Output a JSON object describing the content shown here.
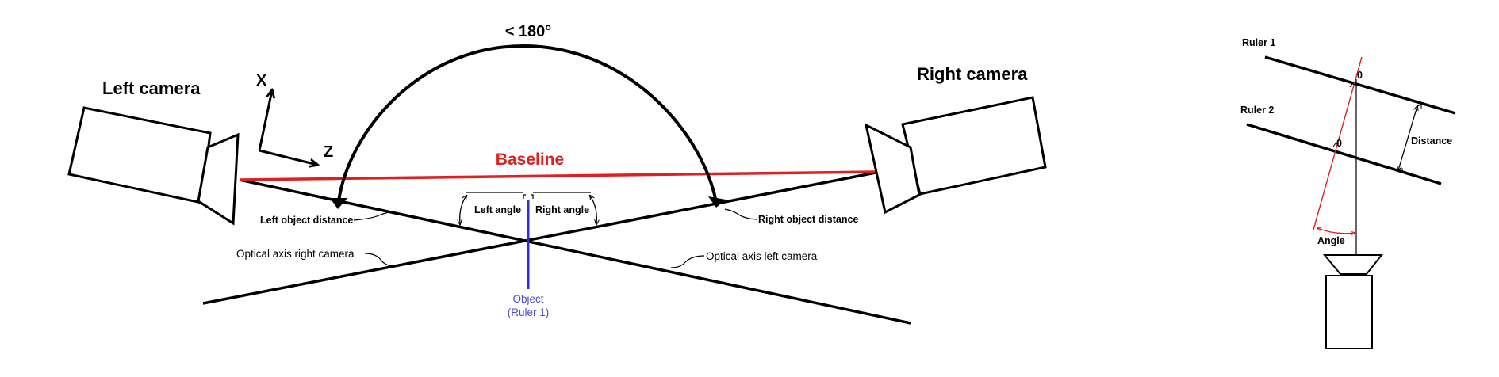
{
  "colors": {
    "ink": "#000000",
    "baseline": "#e02020",
    "object": "#2f2fd6",
    "object_label": "#4a4ad8",
    "angle_ray": "#e02020"
  },
  "left_diagram": {
    "angle_label": "< 180°",
    "left_camera_label": "Left camera",
    "right_camera_label": "Right camera",
    "axis_x_label": "X",
    "axis_z_label": "Z",
    "baseline_label": "Baseline",
    "left_angle_label": "Left angle",
    "right_angle_label": "Right angle",
    "left_object_distance_label": "Left object distance",
    "right_object_distance_label": "Right object distance",
    "optical_axis_right_label": "Optical axis right camera",
    "optical_axis_left_label": "Optical axis left camera",
    "object_label_line1": "Object",
    "object_label_line2": "(Ruler 1)"
  },
  "right_diagram": {
    "ruler1_label": "Ruler 1",
    "ruler2_label": "Ruler 2",
    "zero1_label": "0",
    "zero2_label": "0",
    "distance_label": "Distance",
    "angle_label": "Angle"
  }
}
